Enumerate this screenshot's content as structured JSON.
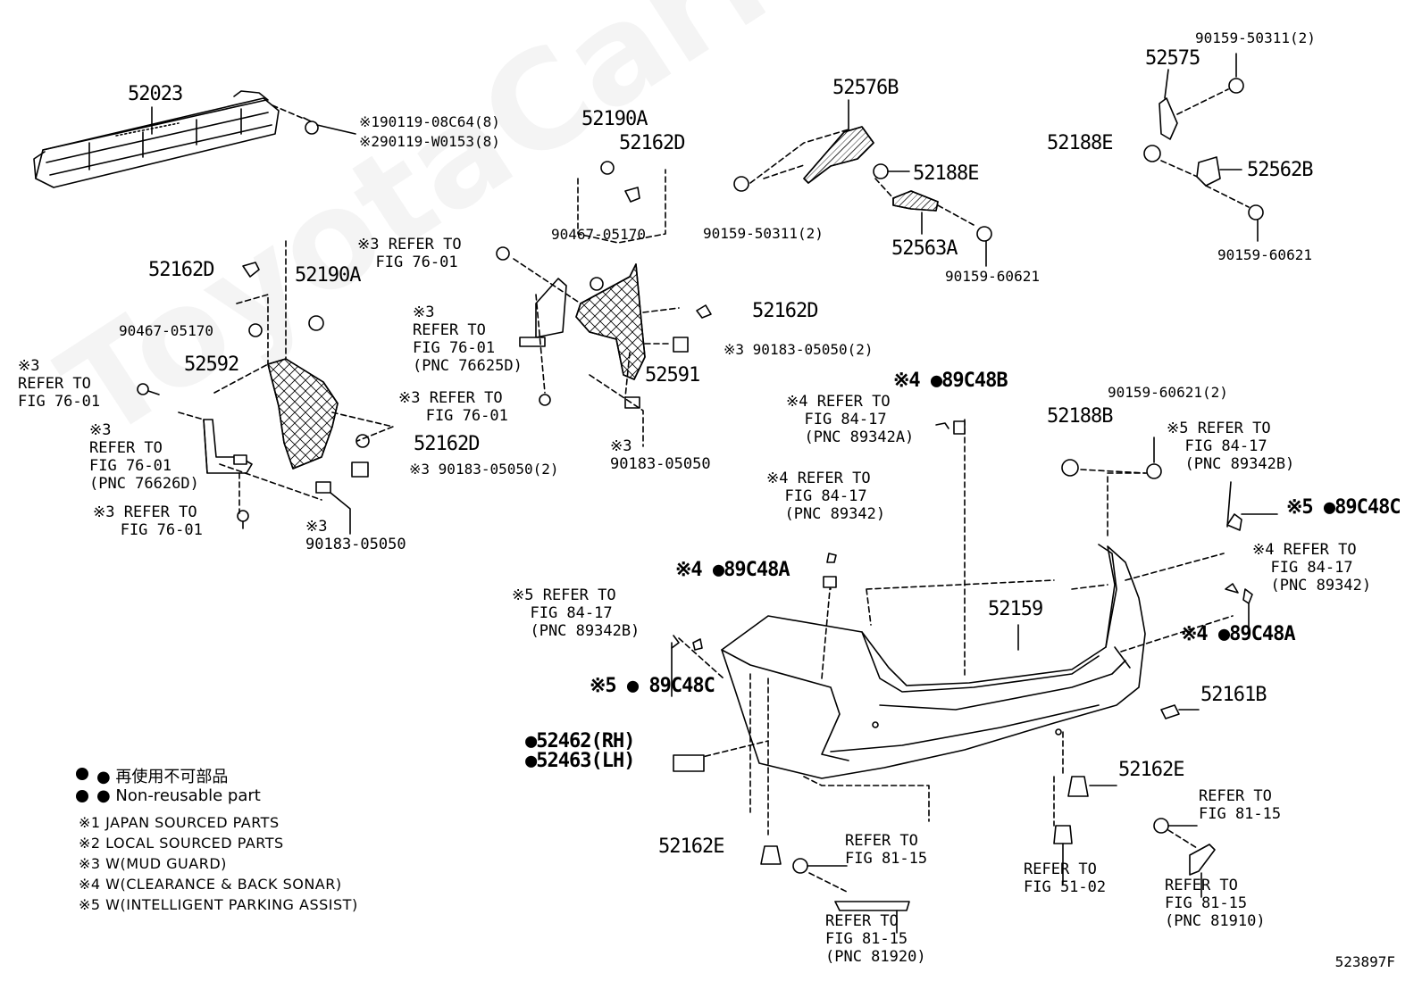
{
  "watermark": "ToyotaCarMine.ru",
  "figure_code": "523897F",
  "legend": {
    "items": [
      "● 再使用不可部品",
      "● Non-reusable part",
      "※1 JAPAN SOURCED PARTS",
      "※2 LOCAL SOURCED PARTS",
      "※3 W(MUD GUARD)",
      "※4 W(CLEARANCE & BACK SONAR)",
      "※5 W(INTELLIGENT PARKING ASSIST)"
    ]
  },
  "parts": {
    "p52023": "52023",
    "p90119": "※190119-08C64(8)\n※290119-W0153(8)",
    "p52190A_top": "52190A",
    "p52162D_top": "52162D",
    "p52576B": "52576B",
    "p52575": "52575",
    "p90159_50311_tr": "90159-50311(2)",
    "p52188E_tr": "52188E",
    "p52562B": "52562B",
    "p90159_60621_tr": "90159-60621",
    "p52188E_mid": "52188E",
    "p90159_50311_mid": "90159-50311(2)",
    "p52563A": "52563A",
    "p90159_60621_mid": "90159-60621",
    "p90467_05170_top": "90467-05170",
    "ref3_76_01_a": "※3 REFER TO\n  FIG 76-01",
    "ref3_76625D": "※3\nREFER TO\nFIG 76-01\n(PNC 76625D)",
    "p52162D_mid": "52162D",
    "p90183_05050_2_r": "※3 90183-05050(2)",
    "p52591": "52591",
    "ref3_76_01_b": "※3 REFER TO\n   FIG 76-01",
    "ref3_90183_05050": "※3\n90183-05050",
    "p52162D_left": "52162D",
    "p52190A_left": "52190A",
    "p90467_05170_left": "90467-05170",
    "p52592": "52592",
    "ref3_76_01_c": "※3\nREFER TO\nFIG 76-01",
    "ref3_76626D": "※3\nREFER TO\nFIG 76-01\n(PNC 76626D)",
    "ref3_76_01_d": "※3 REFER TO\n   FIG 76-01",
    "p52162D_low": "52162D",
    "p90183_05050_2_l": "※3 90183-05050(2)",
    "ref3_90183_05050_l": "※3\n90183-05050",
    "p89C48B": "※4 ●89C48B",
    "ref4_89342A": "※4 REFER TO\n  FIG 84-17\n  (PNC 89342A)",
    "ref4_89342_a": "※4 REFER TO\n  FIG 84-17\n  (PNC 89342)",
    "p89C48A_l": "※4 ●89C48A",
    "p90159_60621_2": "90159-60621(2)",
    "p52188B": "52188B",
    "ref5_89342B_r": "※5 REFER TO\n  FIG 84-17\n  (PNC 89342B)",
    "p89C48C_r": "※5 ●89C48C",
    "ref4_89342_r": "※4 REFER TO\n  FIG 84-17\n  (PNC 89342)",
    "p89C48A_r": "※4 ●89C48A",
    "ref5_89342B_l": "※5 REFER TO\n  FIG 84-17\n  (PNC 89342B)",
    "p89C48C_l": "※5 ● 89C48C",
    "p52159": "52159",
    "p52161B": "52161B",
    "p52462": "●52462(RH)\n●52463(LH)",
    "p52162E_r": "52162E",
    "ref_81_15_r": "REFER TO\nFIG 81-15",
    "p52162E_l": "52162E",
    "ref_81_15_mid": "REFER TO\nFIG 81-15",
    "ref_51_02": "REFER TO\nFIG 51-02",
    "ref_81910": "REFER TO\nFIG 81-15\n(PNC 81910)",
    "ref_81920": "REFER TO\nFIG 81-15\n(PNC 81920)"
  }
}
